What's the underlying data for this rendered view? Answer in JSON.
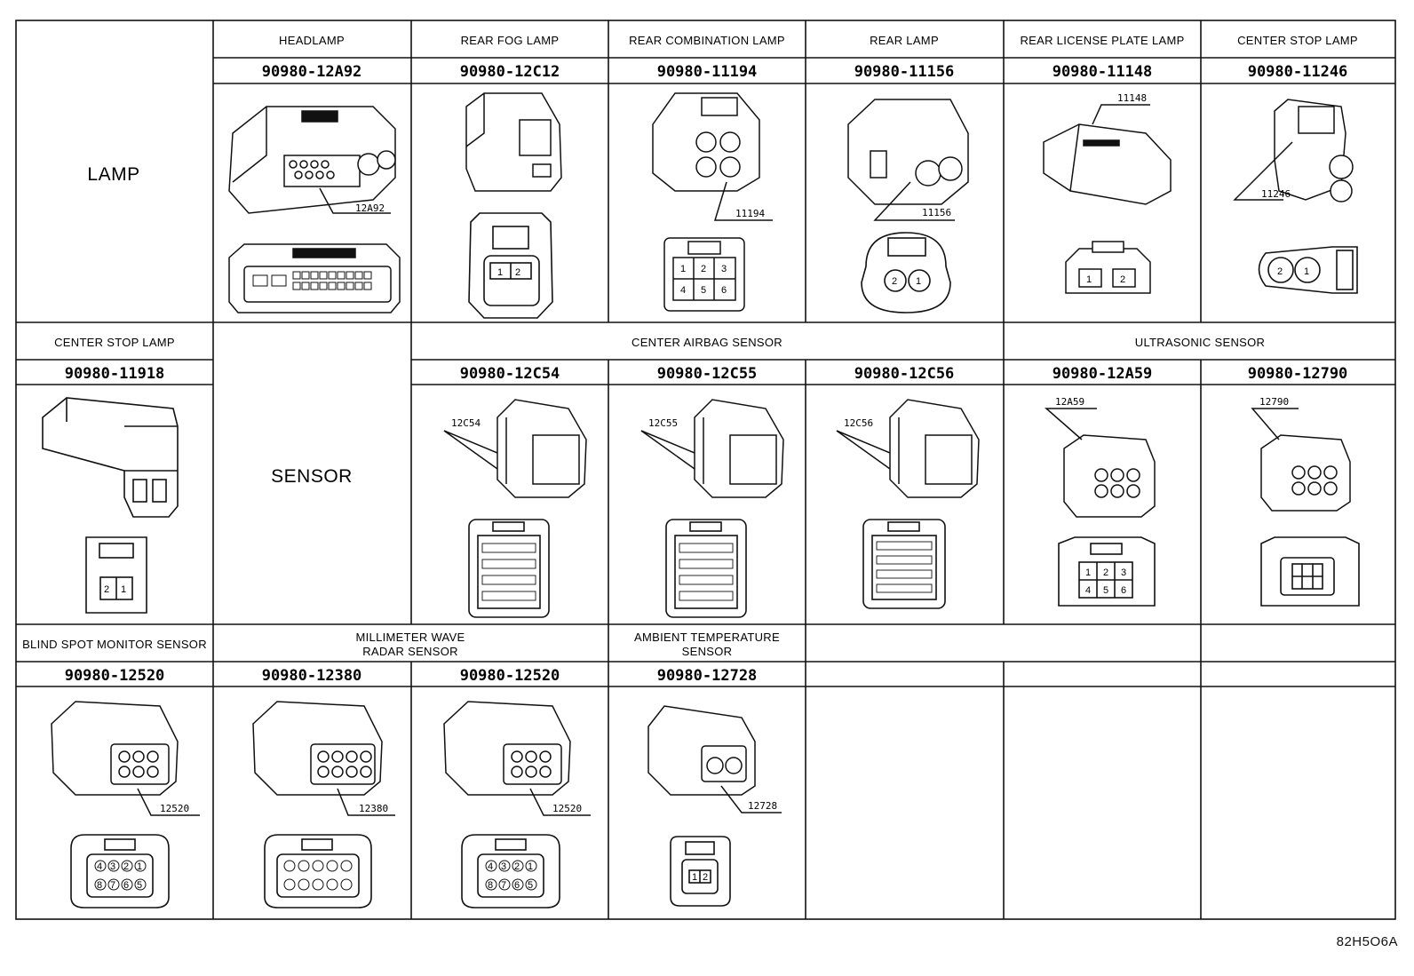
{
  "sections": {
    "lamp": "LAMP",
    "sensor": "SENSOR"
  },
  "row1": [
    {
      "label": "HEADLAMP",
      "part": "90980-12A92",
      "tag": "12A92"
    },
    {
      "label": "REAR FOG LAMP",
      "part": "90980-12C12"
    },
    {
      "label": "REAR COMBINATION LAMP",
      "part": "90980-11194",
      "tag": "11194"
    },
    {
      "label": "REAR LAMP",
      "part": "90980-11156",
      "tag": "11156"
    },
    {
      "label": "REAR LICENSE PLATE LAMP",
      "part": "90980-11148",
      "tag": "11148"
    },
    {
      "label": "CENTER STOP LAMP",
      "part": "90980-11246",
      "tag": "11246"
    }
  ],
  "row2": {
    "first": {
      "label": "CENTER STOP LAMP",
      "part": "90980-11918"
    },
    "group_airbag": "CENTER AIRBAG SENSOR",
    "group_ultra": "ULTRASONIC SENSOR",
    "items": [
      {
        "part": "90980-12C54",
        "tag": "12C54"
      },
      {
        "part": "90980-12C55",
        "tag": "12C55"
      },
      {
        "part": "90980-12C56",
        "tag": "12C56"
      },
      {
        "part": "90980-12A59",
        "tag": "12A59"
      },
      {
        "part": "90980-12790",
        "tag": "12790"
      }
    ]
  },
  "row3": [
    {
      "label": "BLIND SPOT MONITOR SENSOR",
      "part": "90980-12520",
      "tag": "12520"
    },
    {
      "label_line1": "MILLIMETER WAVE",
      "label_line2": "RADAR SENSOR",
      "part": "90980-12380",
      "tag": "12380"
    },
    {
      "part": "90980-12520",
      "tag": "12520"
    },
    {
      "label_line1": "AMBIENT TEMPERATURE",
      "label_line2": "SENSOR",
      "part": "90980-12728",
      "tag": "12728"
    }
  ],
  "pins": {
    "p1": "1",
    "p2": "2",
    "p3": "3",
    "p4": "4",
    "p5": "5",
    "p6": "6",
    "p7": "7",
    "p8": "8"
  },
  "figure_code": "82H5O6A"
}
